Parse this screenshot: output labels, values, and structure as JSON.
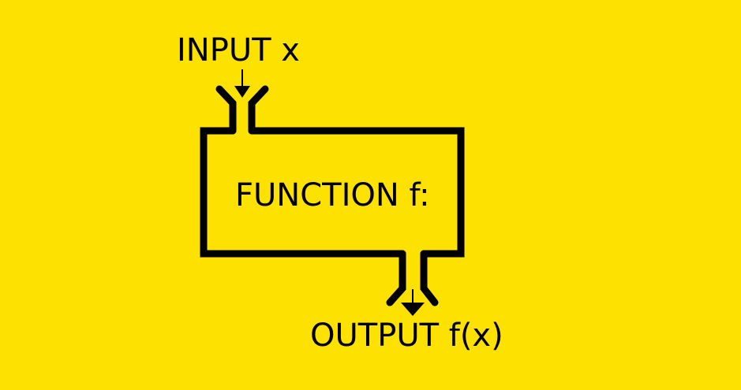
{
  "colors": {
    "background": "#FDE100",
    "ink": "#000000"
  },
  "diagram": {
    "input_label": "INPUT x",
    "function_label": "FUNCTION f:",
    "output_label": "OUTPUT f(x)"
  }
}
